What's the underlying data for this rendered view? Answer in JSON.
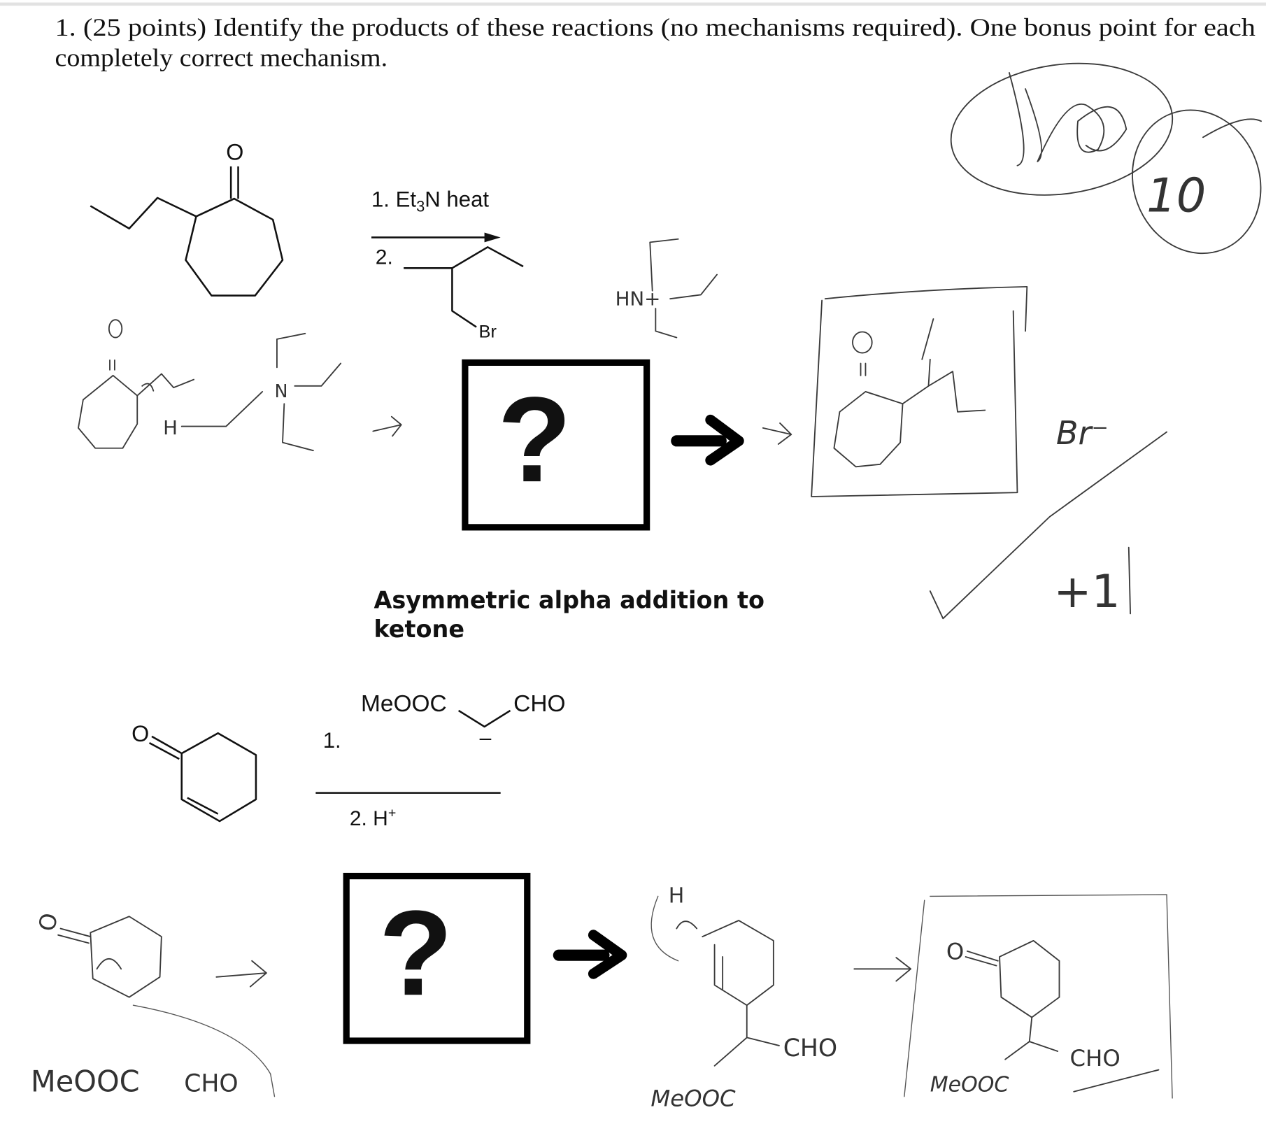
{
  "question": {
    "line1": "1. (25 points) Identify the products of these reactions (no mechanisms required). One bonus point for each",
    "line2": "completely correct mechanism."
  },
  "reaction1": {
    "carbonyl_label": "O",
    "step1": "1.  Et",
    "step1_sub": "3",
    "step1_rest": "N   heat",
    "step2": "2.",
    "bromide_label": "Br",
    "product_placeholder": "?",
    "note_line1": "Asymmetric alpha addition to",
    "note_line2": "ketone"
  },
  "reaction2": {
    "carbonyl_label": "O",
    "step1": "1.",
    "reagent_left": "MeOOC",
    "reagent_right": "CHO",
    "reagent_charge": "–",
    "step2": "2. H",
    "step2_sup": "+",
    "product_placeholder": "?"
  },
  "handwriting": {
    "score": "10",
    "bromide_ion": "Br⁻",
    "bonus": "+1",
    "ammonium": "HN+",
    "hydrogen": "H",
    "carbonyl_o1": "O",
    "bottom_left_ester": "MeOOC",
    "bottom_left_aldehyde": "CHO",
    "mid_ester": "MeOOC",
    "mid_aldehyde": "CHO",
    "mid_h": "H",
    "final_ester": "MeOOC",
    "final_aldehyde": "CHO",
    "final_o": "O"
  },
  "icons": [
    "checkmark-icon",
    "reaction-arrow-icon",
    "question-mark-icon"
  ]
}
